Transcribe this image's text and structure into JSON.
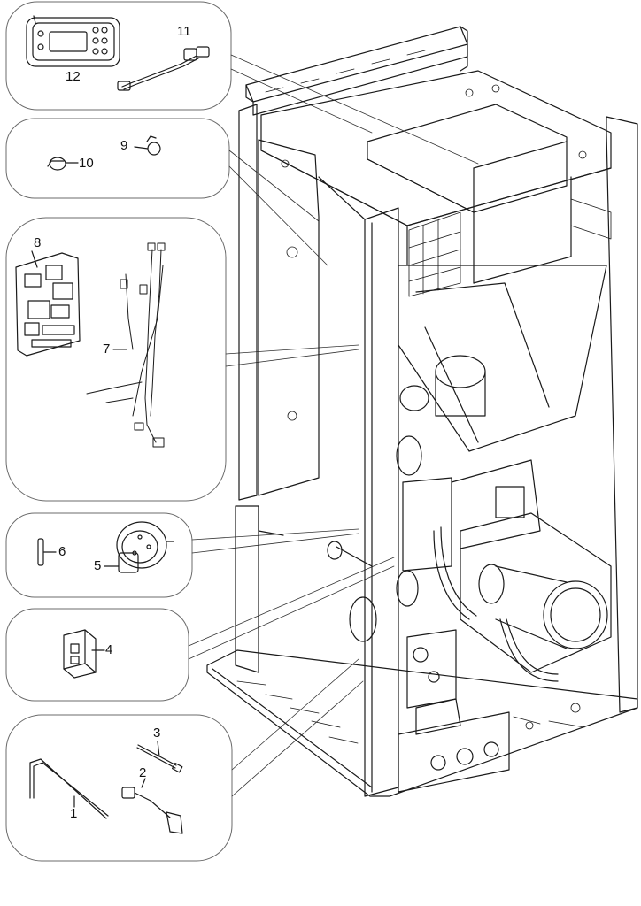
{
  "callouts": {
    "c1": "1",
    "c2": "2",
    "c3": "3",
    "c4": "4",
    "c5": "5",
    "c6": "6",
    "c7": "7",
    "c8": "8",
    "c9": "9",
    "c10": "10",
    "c11": "11",
    "c12": "12"
  },
  "colors": {
    "line": "#1a1a1a",
    "panel_border": "#6b6b6b",
    "background": "#ffffff",
    "shade": "#d9d9d9"
  }
}
